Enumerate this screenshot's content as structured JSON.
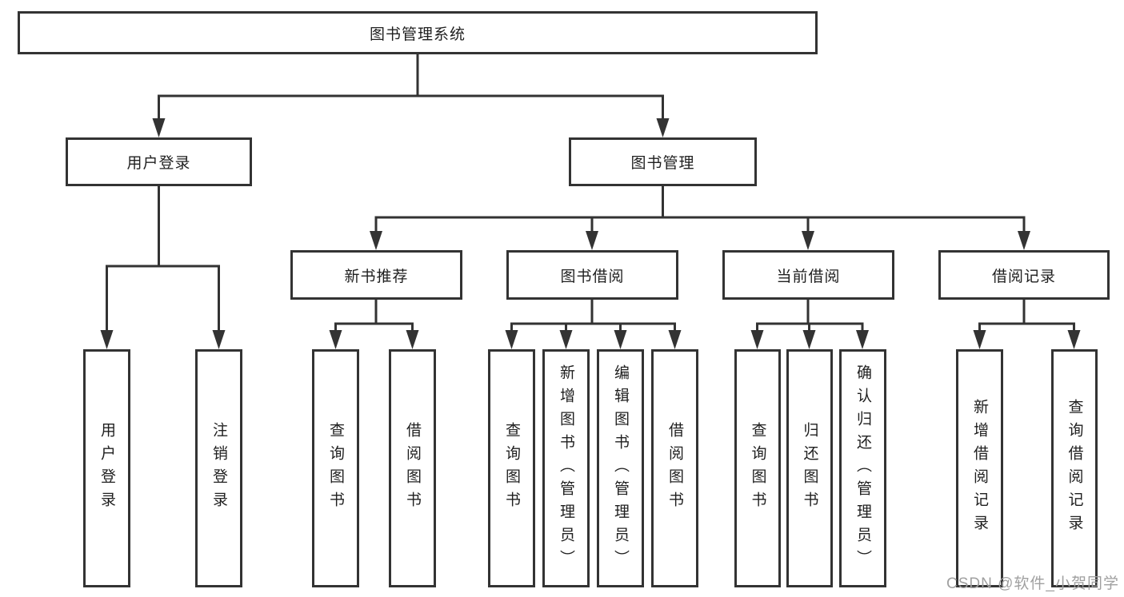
{
  "nodes": {
    "root": {
      "label": "图书管理系统"
    },
    "level2": [
      {
        "label": "用户登录"
      },
      {
        "label": "图书管理"
      }
    ],
    "level3": [
      {
        "label": "新书推荐",
        "parent": "图书管理"
      },
      {
        "label": "图书借阅",
        "parent": "图书管理"
      },
      {
        "label": "当前借阅",
        "parent": "图书管理"
      },
      {
        "label": "借阅记录",
        "parent": "图书管理"
      }
    ],
    "leaves": [
      {
        "label": "用户登录",
        "parent": "用户登录"
      },
      {
        "label": "注销登录",
        "parent": "用户登录"
      },
      {
        "label": "查询图书",
        "parent": "新书推荐"
      },
      {
        "label": "借阅图书",
        "parent": "新书推荐"
      },
      {
        "label": "查询图书",
        "parent": "图书借阅"
      },
      {
        "label": "新增图书（管理员）",
        "parent": "图书借阅"
      },
      {
        "label": "编辑图书（管理员）",
        "parent": "图书借阅"
      },
      {
        "label": "借阅图书",
        "parent": "图书借阅"
      },
      {
        "label": "查询图书",
        "parent": "当前借阅"
      },
      {
        "label": "归还图书",
        "parent": "当前借阅"
      },
      {
        "label": "确认归还（管理员）",
        "parent": "当前借阅"
      },
      {
        "label": "新增借阅记录",
        "parent": "借阅记录"
      },
      {
        "label": "查询借阅记录",
        "parent": "借阅记录"
      }
    ]
  },
  "watermark": "CSDN @软件_小贺同学",
  "colors": {
    "line": "#333333",
    "text": "#1f1f1f",
    "watermark": "#a0a0a0",
    "background": "#ffffff"
  }
}
